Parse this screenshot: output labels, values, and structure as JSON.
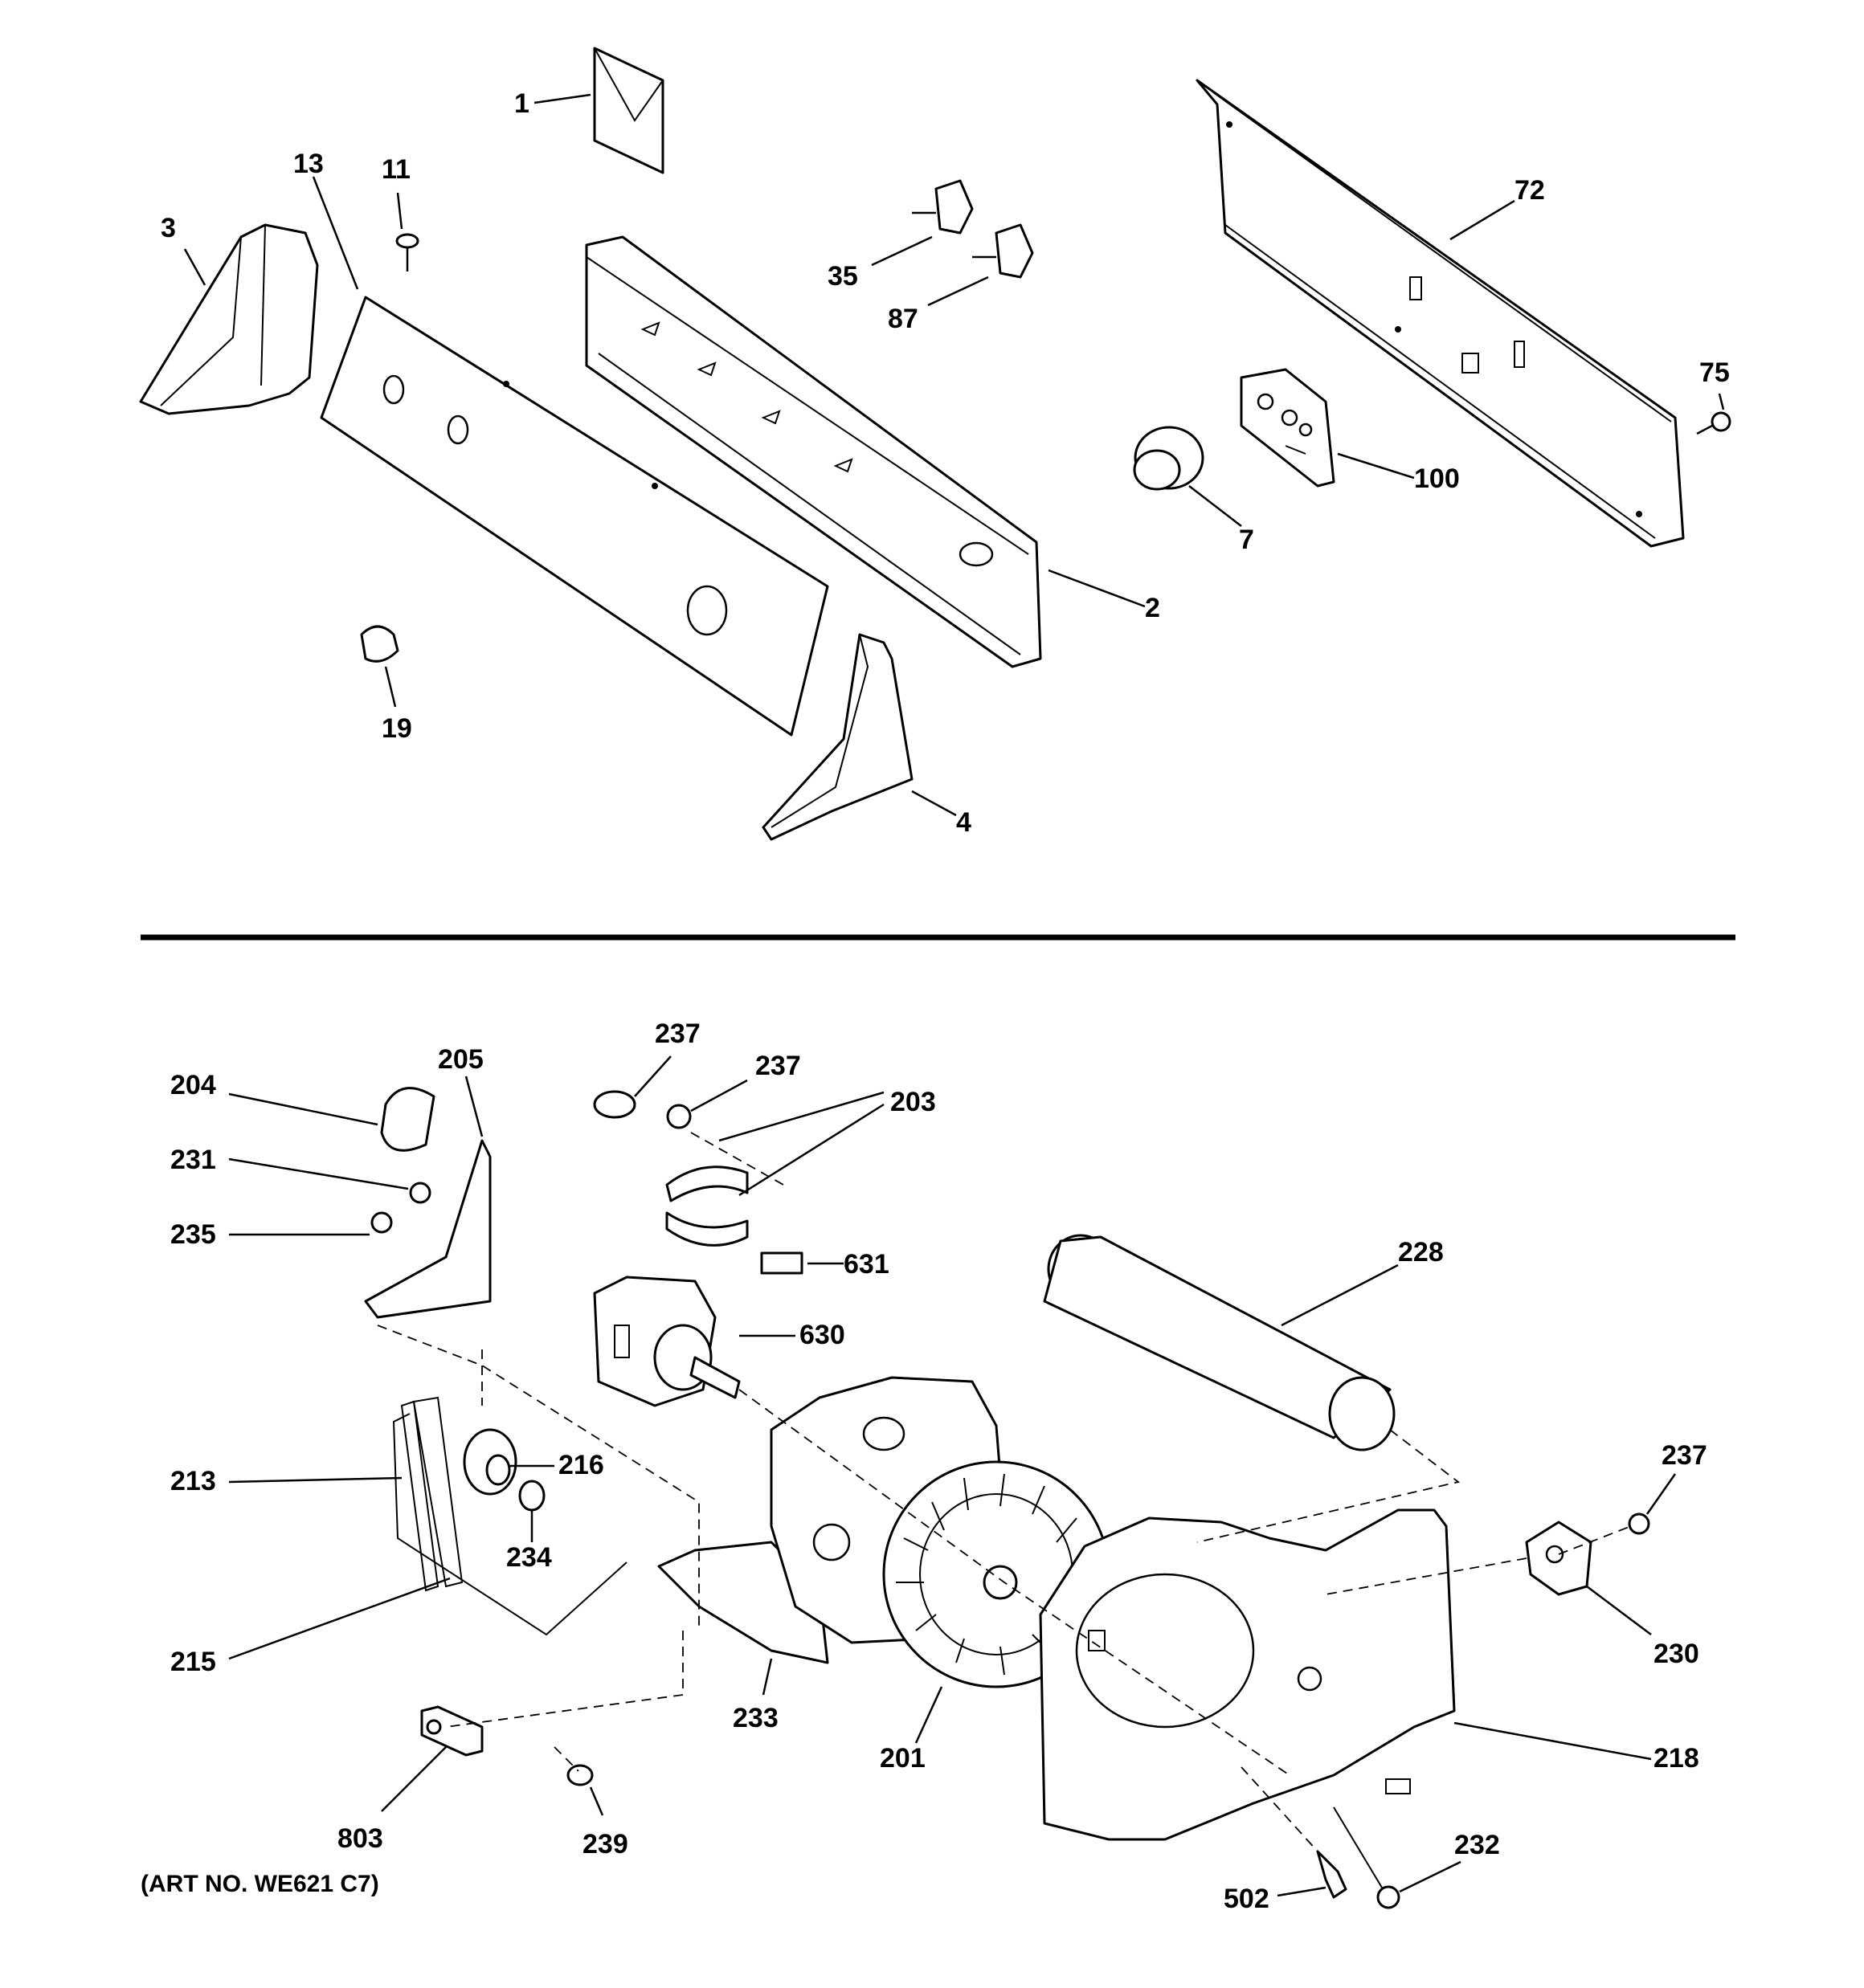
{
  "art_number": "(ART NO. WE621 C7)",
  "callouts": {
    "c1": "1",
    "c2": "2",
    "c3": "3",
    "c4": "4",
    "c7": "7",
    "c11": "11",
    "c13": "13",
    "c19": "19",
    "c35": "35",
    "c72": "72",
    "c75": "75",
    "c87": "87",
    "c100": "100",
    "c201": "201",
    "c203": "203",
    "c204": "204",
    "c205": "205",
    "c213": "213",
    "c215": "215",
    "c216": "216",
    "c218": "218",
    "c228": "228",
    "c230": "230",
    "c231": "231",
    "c232": "232",
    "c233": "233",
    "c234": "234",
    "c235": "235",
    "c237a": "237",
    "c237b": "237",
    "c237c": "237",
    "c239": "239",
    "c502": "502",
    "c630": "630",
    "c631": "631",
    "c803": "803"
  }
}
